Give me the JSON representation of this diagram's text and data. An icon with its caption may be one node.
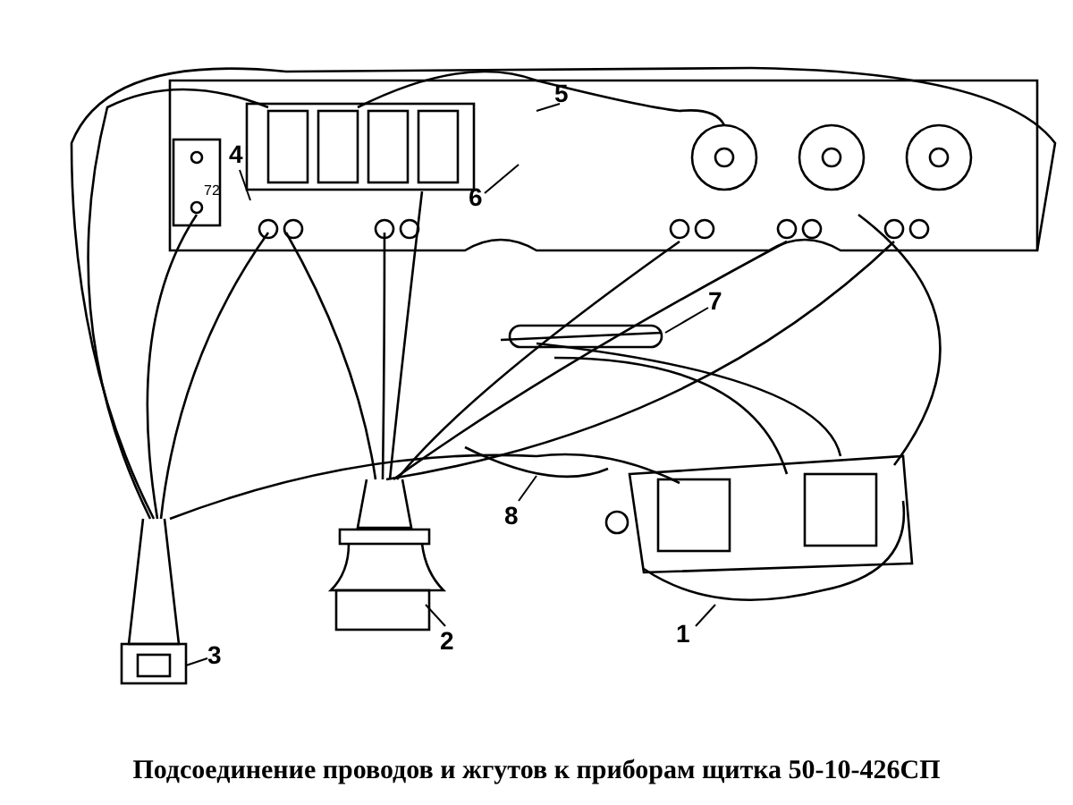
{
  "diagram": {
    "caption": "Подсоединение проводов и жгутов к приборам щитка 50-10-426СП",
    "nodes": [
      {
        "text": [
          "5"
        ]
      },
      {
        "text": [
          "4"
        ]
      },
      {
        "text": [
          "6"
        ]
      },
      {
        "text": [
          "7"
        ]
      },
      {
        "text": [
          "8"
        ]
      },
      {
        "text": [
          "1"
        ]
      },
      {
        "text": [
          "2"
        ]
      },
      {
        "text": [
          "3"
        ]
      }
    ],
    "edges": [
      {
        "from": 0,
        "to": null,
        "arrow": "none"
      },
      {
        "from": 1,
        "to": null,
        "arrow": "none"
      },
      {
        "from": 2,
        "to": null,
        "arrow": "none"
      },
      {
        "from": 3,
        "to": null,
        "arrow": "none"
      },
      {
        "from": 4,
        "to": null,
        "arrow": "none"
      },
      {
        "from": 5,
        "to": null,
        "arrow": "none"
      },
      {
        "from": 6,
        "to": null,
        "arrow": "none"
      },
      {
        "from": 7,
        "to": null,
        "arrow": "none"
      }
    ],
    "labels": [
      "72"
    ]
  }
}
